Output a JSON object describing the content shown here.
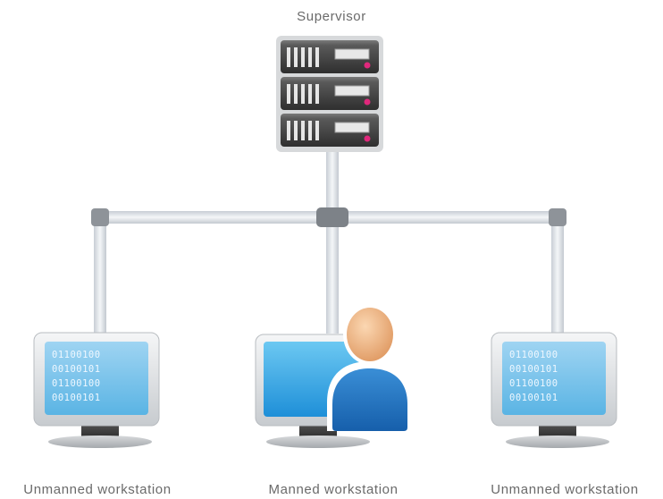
{
  "labels": {
    "supervisor": "Supervisor",
    "workstation_left": "Unmanned workstation",
    "workstation_center": "Manned workstation",
    "workstation_right": "Unmanned workstation"
  },
  "binary_rows": [
    "01100100",
    "00100101",
    "01100100",
    "00100101"
  ],
  "colors": {
    "server_body": "#4a4a4a",
    "screen_blue": "#3ab0e8",
    "person_skin": "#f0b88a",
    "person_body": "#1e6fc0",
    "connector": "#d8dde3"
  }
}
